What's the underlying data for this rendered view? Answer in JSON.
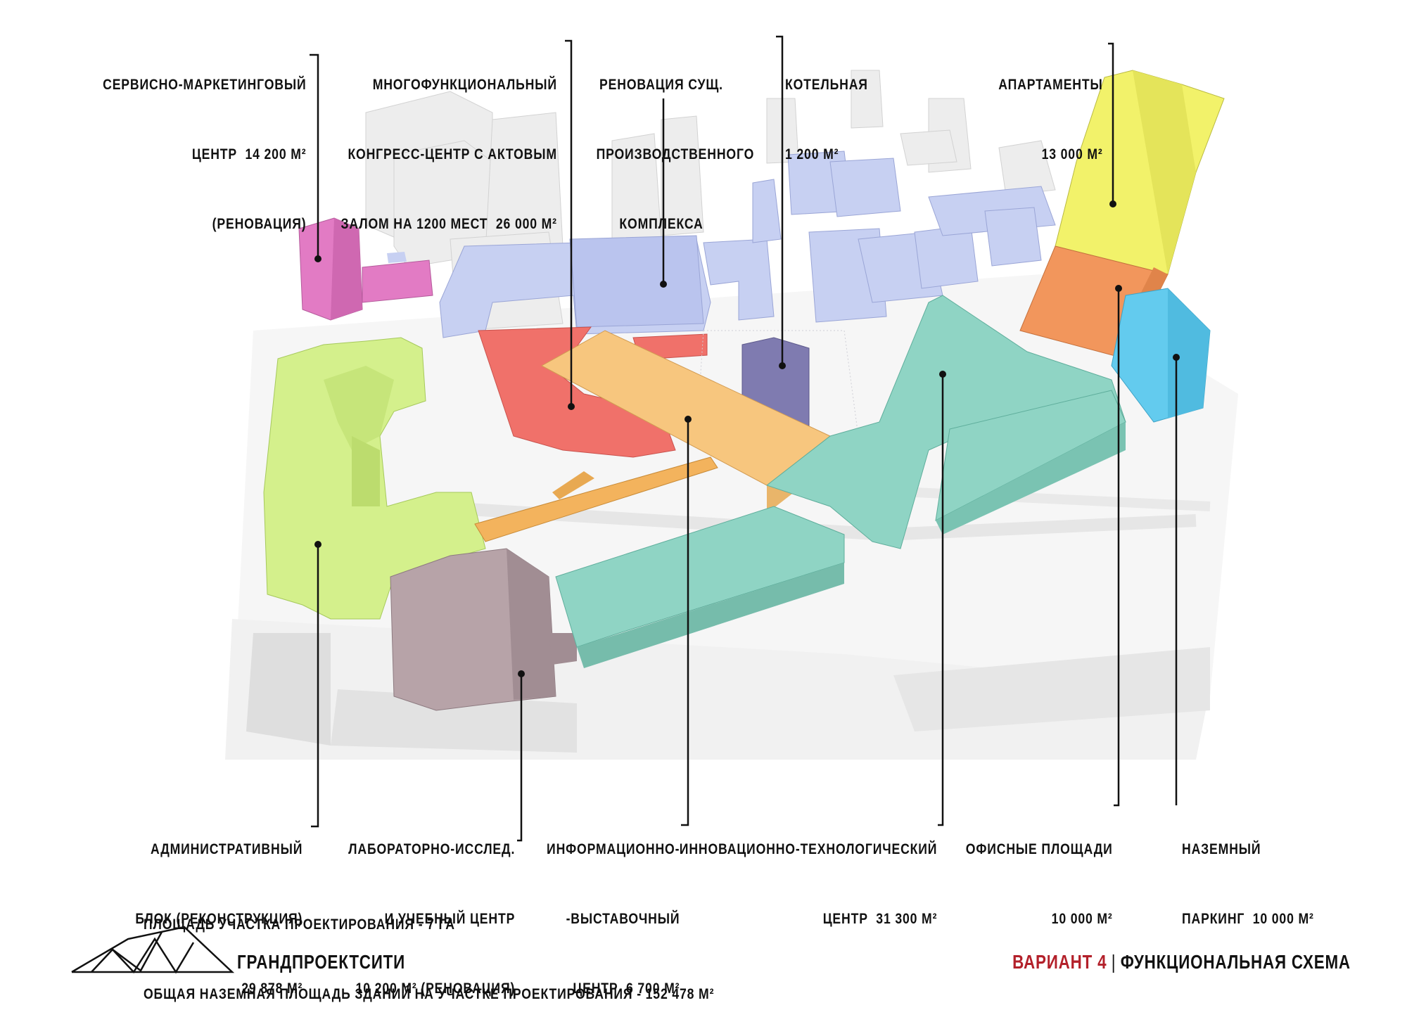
{
  "colors": {
    "service_marketing": "#e27bc4",
    "congress": "#f0716a",
    "renovation": "#c7d0f2",
    "boiler": "#7f7bb0",
    "apartments": "#f2f26a",
    "offices": "#f2965c",
    "parking": "#63cbee",
    "innovation": "#8fd4c4",
    "administrative": "#d4f08c",
    "laboratory": "#b7a3a8",
    "exhibition": "#f7c67e",
    "context": "#ececec",
    "variant": "#b3202a"
  },
  "labels": {
    "service_marketing": [
      "СЕРВИСНО-МАРКЕТИНГОВЫЙ",
      "ЦЕНТР  14 200 М²",
      "(РЕНОВАЦИЯ)"
    ],
    "congress": [
      "МНОГОФУНКЦИОНАЛЬНЫЙ",
      "КОНГРЕСС-ЦЕНТР С АКТОВЫМ",
      "ЗАЛОМ НА 1200 МЕСТ  26 000 М²"
    ],
    "renovation": [
      "РЕНОВАЦИЯ СУЩ.",
      "ПРОИЗВОДСТВЕННОГО",
      "КОМПЛЕКСА"
    ],
    "boiler": [
      "КОТЕЛЬНАЯ",
      "1 200 М²"
    ],
    "apartments": [
      "АПАРТАМЕНТЫ",
      "13 000 М²"
    ],
    "administrative": [
      "АДМИНИСТРАТИВНЫЙ",
      "БЛОК (РЕКОНСТРУКЦИЯ)",
      "29 878 М²"
    ],
    "laboratory": [
      "ЛАБОРАТОРНО-ИССЛЕД.",
      "И УЧЕБНЫЙ ЦЕНТР",
      "10 200 М² (РЕНОВАЦИЯ)"
    ],
    "exhibition": [
      "ИНФОРМАЦИОННО-",
      "-ВЫСТАВОЧНЫЙ",
      "ЦЕНТР  6 700 М²"
    ],
    "innovation": [
      "ИННОВАЦИОННО-ТЕХНОЛОГИЧЕСКИЙ",
      "ЦЕНТР  31 300 М²"
    ],
    "offices": [
      "ОФИСНЫЕ ПЛОЩАДИ",
      "10 000 М²"
    ],
    "parking": [
      "НАЗЕМНЫЙ",
      "ПАРКИНГ  10 000 М²"
    ]
  },
  "stats": {
    "site_area": "ПЛОЩАДЬ УЧАСТКА ПРОЕКТИРОВАНИЯ - 7 ГА",
    "total_area": "ОБЩАЯ НАЗЕМНАЯ ПЛОЩАДЬ ЗДАНИЙ НА УЧАСТКЕ ПРОЕКТИРОВАНИЯ - 152 478 М²"
  },
  "footer": {
    "brand": "ГРАНДПРОЕКТСИТИ",
    "variant": "ВАРИАНТ 4",
    "separator": "|",
    "title": "ФУНКЦИОНАЛЬНАЯ СХЕМА"
  }
}
